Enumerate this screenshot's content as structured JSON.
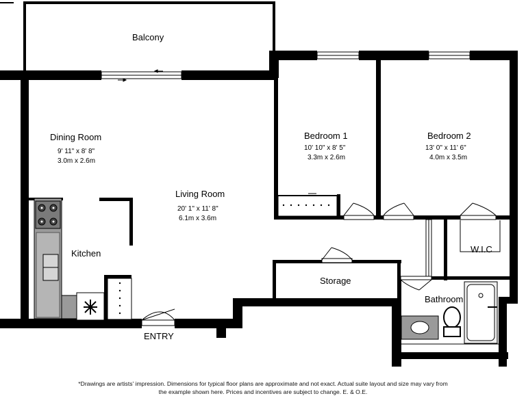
{
  "rooms": {
    "balcony": {
      "name": "Balcony"
    },
    "dining": {
      "name": "Dining Room",
      "dim_imperial": "9' 11\" x 8' 8\"",
      "dim_metric": "3.0m x 2.6m"
    },
    "living": {
      "name": "Living Room",
      "dim_imperial": "20' 1\" x 11' 8\"",
      "dim_metric": "6.1m x 3.6m"
    },
    "kitchen": {
      "name": "Kitchen"
    },
    "bedroom1": {
      "name": "Bedroom 1",
      "dim_imperial": "10' 10\" x 8' 5\"",
      "dim_metric": "3.3m x 2.6m"
    },
    "bedroom2": {
      "name": "Bedroom 2",
      "dim_imperial": "13' 0\" x 11' 6\"",
      "dim_metric": "4.0m x 3.5m"
    },
    "wic": {
      "name": "W.I.C"
    },
    "storage": {
      "name": "Storage"
    },
    "bathroom": {
      "name": "Bathroom"
    },
    "entry": {
      "name": "ENTRY"
    }
  },
  "disclaimer": {
    "line1": "*Drawings are artists' impression. Dimensions for typical floor plans are approximate and not exact. Actual suite layout and size may vary from",
    "line2": "the example shown here. Prices and incentives are subject to change. E. & O.E."
  },
  "colors": {
    "wall": "#000000",
    "fixture": "#888888",
    "background": "#ffffff"
  }
}
